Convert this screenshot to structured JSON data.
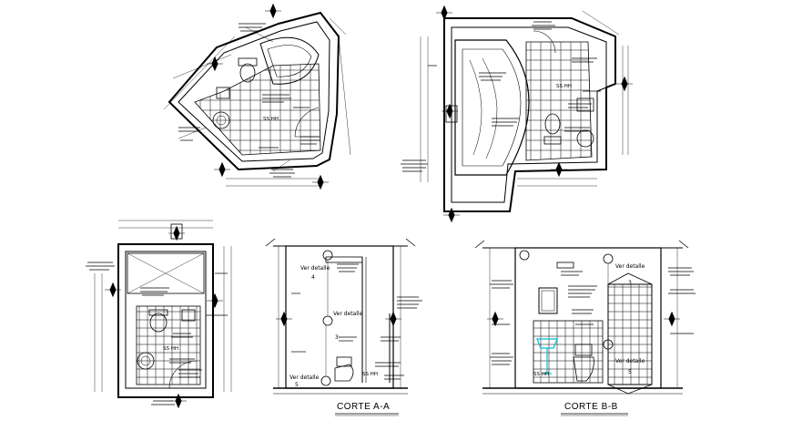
{
  "drawing": {
    "section_a_title": "CORTE A-A",
    "section_b_title": "CORTE B-B",
    "symbol_label": "SS HH",
    "ver_detalle": "Ver detalle",
    "detail_numbers": [
      "4",
      "3",
      "5"
    ],
    "colors": {
      "line": "#000000",
      "accent_fixture": "#00bcd4",
      "background": "#ffffff"
    }
  }
}
